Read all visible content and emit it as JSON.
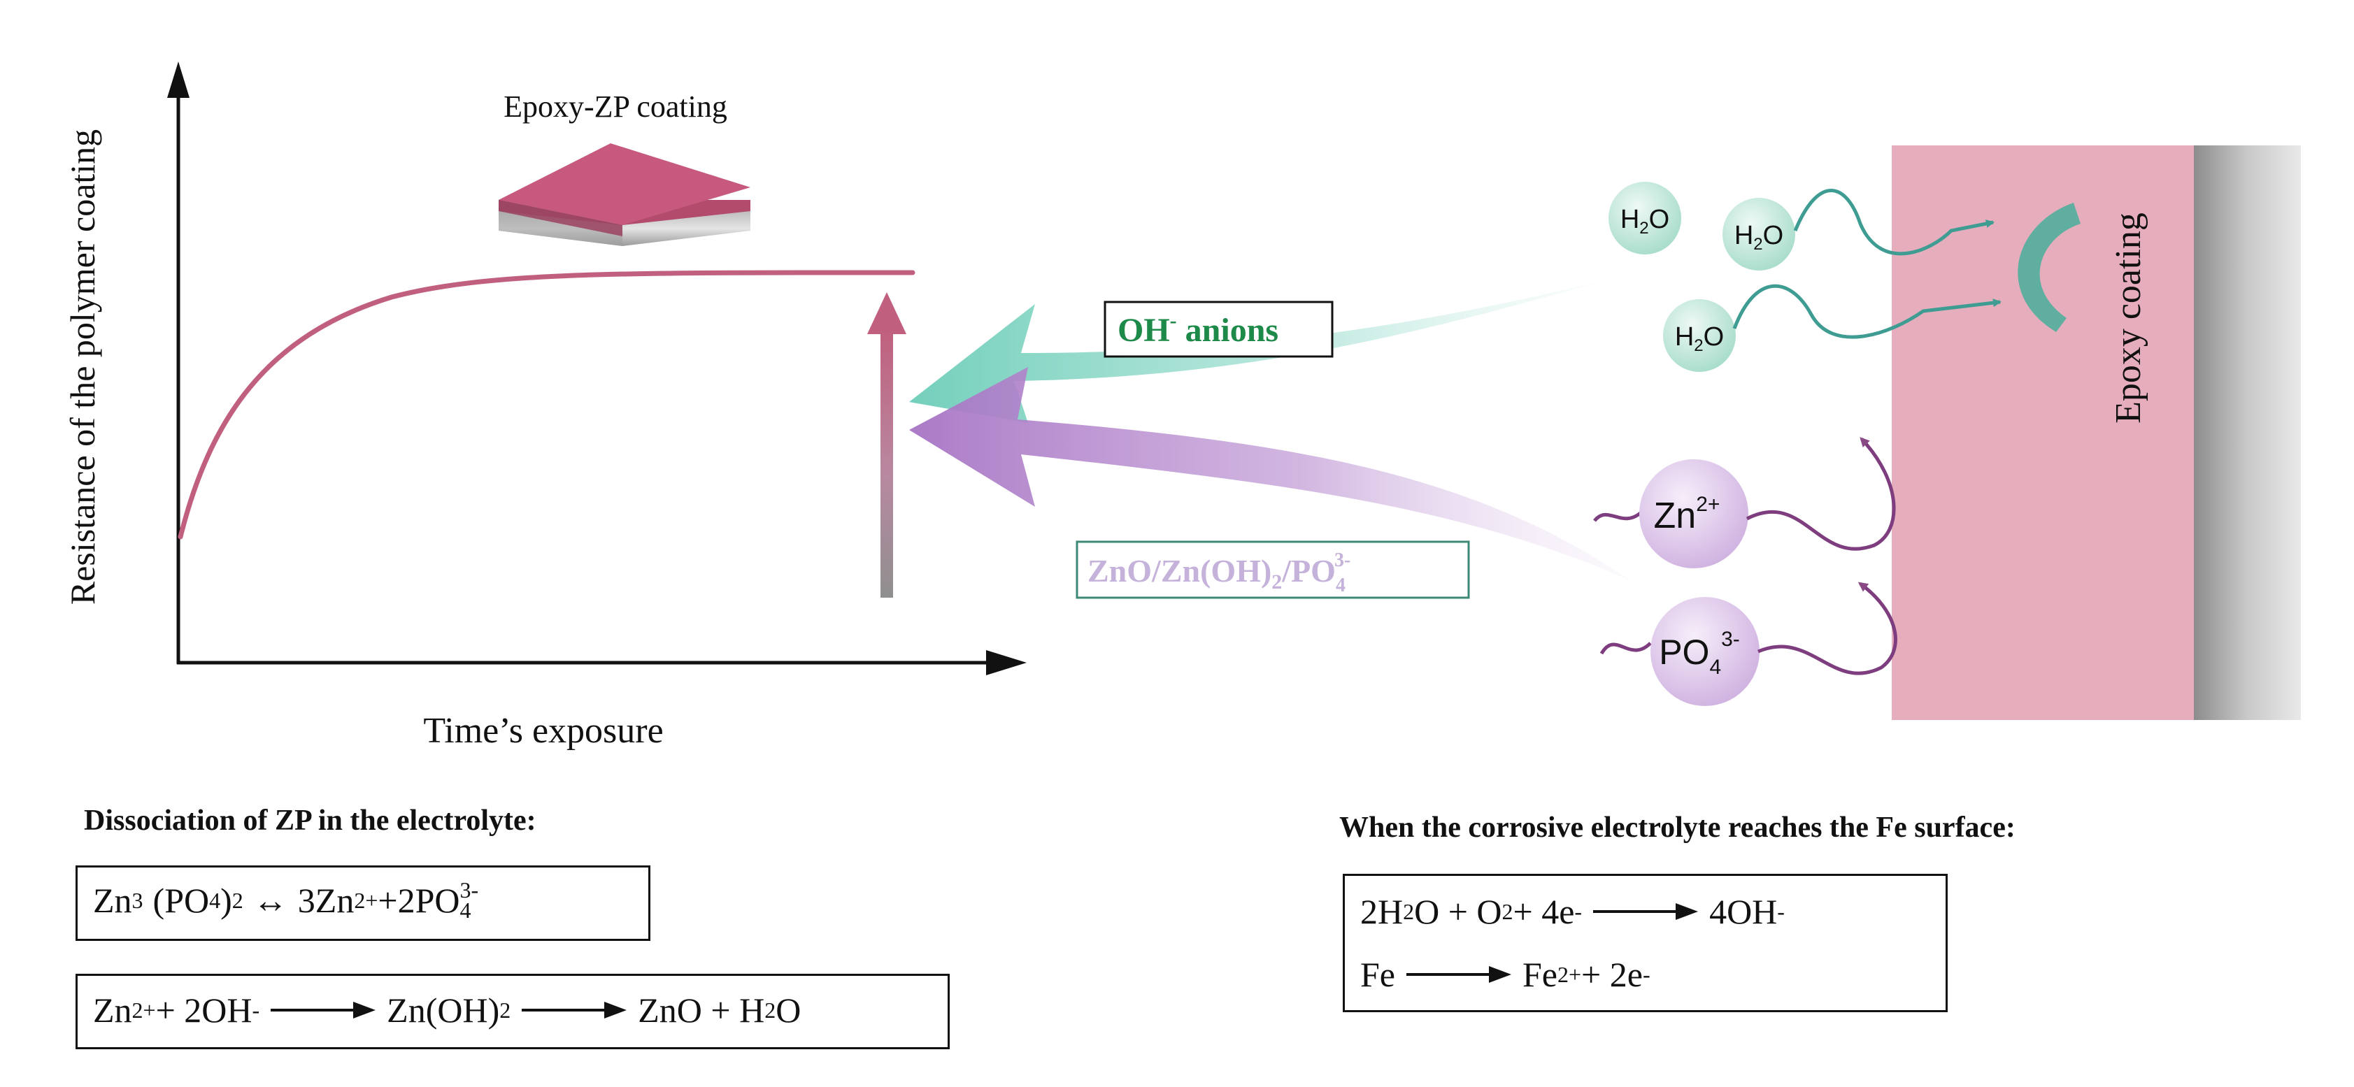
{
  "graph": {
    "y_axis_label": "Resistance of the polymer coating",
    "x_axis_label": "Time’s exposure",
    "sample_label": "Epoxy-ZP coating"
  },
  "arrows": {
    "oh_label": "OH",
    "oh_sup": "-",
    "oh_suffix": " anions",
    "zn_label": "ZnO/Zn(OH)",
    "zn_sub2": "2",
    "zn_po": "/PO",
    "zn_po_sub": "4",
    "zn_po_sup": "3-"
  },
  "panel": {
    "coating_label": "Epoxy coating",
    "water_molecules": [
      {
        "main": "H",
        "sub": "2",
        "tail": "O"
      },
      {
        "main": "H",
        "sub": "2",
        "tail": "O"
      },
      {
        "main": "H",
        "sub": "2",
        "tail": "O"
      }
    ],
    "zn_ion": {
      "main": "Zn",
      "sup": "2+"
    },
    "po_ion": {
      "main": "PO",
      "sub": "4",
      "sup": "3-"
    }
  },
  "equations": {
    "left_heading": "Dissociation of ZP in the electrolyte:",
    "eq1": {
      "a": "Zn",
      "a_sub": "3",
      "b": "(PO",
      "b_sub": "4",
      "c": ")",
      "c_sub": "2",
      "arrow": "↔",
      "d": "3Zn",
      "d_sup": "2+",
      "e": "+2PO",
      "e_sub": "4",
      "e_sup": "3-"
    },
    "eq2": {
      "a": "Zn",
      "a_sup": "2+",
      "b": " + 2OH",
      "b_sup": "-",
      "c": "Zn(OH)",
      "c_sub": "2",
      "d": "ZnO + H",
      "d_sub": "2",
      "d_tail": "O"
    },
    "right_heading": "When the corrosive electrolyte reaches the Fe surface:",
    "eq3": {
      "a": "2H",
      "a_sub": "2",
      "b": "O + O",
      "b_sub": "2",
      "c": " + 4e",
      "c_sup": "-",
      "d": "4OH",
      "d_sup": "-"
    },
    "eq4": {
      "a": "Fe",
      "b": "Fe",
      "b_sup": "2+",
      "c": " + 2e",
      "c_sup": "-"
    }
  },
  "colors": {
    "curve": "#c0607e",
    "coating_pink": "#e6adbd",
    "teal_arrow": "#7ed0c0",
    "purple_arrow": "#b07ec8",
    "oh_text": "#1e8a4a",
    "zn_text": "#c5b2da"
  }
}
